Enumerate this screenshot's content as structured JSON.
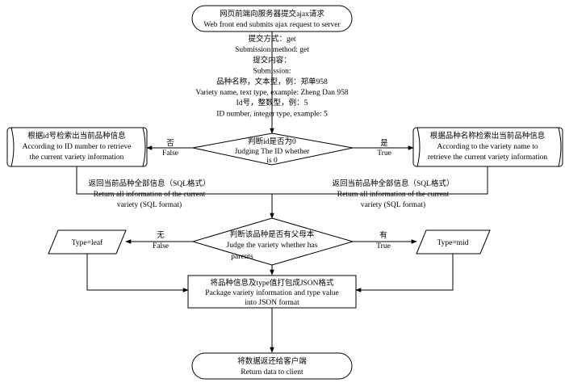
{
  "start": {
    "line1": "网页前端向服务器提交ajax请求",
    "line2": "Web front end submits ajax request to server"
  },
  "request": {
    "lines": [
      "提交方式：get",
      "Submission method: get",
      "提交内容：",
      "Submission:",
      "品种名称，文本型，例：郑单958",
      "Variety name, text type, example: Zheng Dan 958",
      "Id号，整数型，例：5",
      "ID number, integer type, example: 5"
    ]
  },
  "decision_id": {
    "line1": "判断id是否为0",
    "line2": "Judging The ID whether",
    "line3": "is 0",
    "false_cn": "否",
    "false_en": "False",
    "true_cn": "是",
    "true_en": "True"
  },
  "retrieve_by_id": {
    "line1": "根据id号检索出当前品种信息",
    "line2": "According to ID number to retrieve",
    "line3": "the current variety information"
  },
  "retrieve_by_name": {
    "line1": "根据品种名称检索出当前品种信息",
    "line2": "According to the variety  name to",
    "line3": "retrieve the current variety information"
  },
  "return_left": {
    "line1": "返回当前品种全部信息（SQL格式）",
    "line2": "Return all information of the current",
    "line3": "variety (SQL format)"
  },
  "return_right": {
    "line1": "返回当前品种全部信息（SQL格式）",
    "line2": "Return all information of the current",
    "line3": "variety (SQL format)"
  },
  "decision_parent": {
    "line1": "判断该品种是否有父母本",
    "line2": "Judge the variety whether has",
    "line3": "parents",
    "false_cn": "无",
    "false_en": "False",
    "true_cn": "有",
    "true_en": "True"
  },
  "type_leaf": {
    "label": "Type=leaf"
  },
  "type_mid": {
    "label": "Type=mid"
  },
  "package": {
    "line1": "将品种信息及type值打包成JSON格式",
    "line2": "Package variety information and type value",
    "line3": "into JSON format"
  },
  "end": {
    "line1": "将数据返还给客户端",
    "line2": "Return data to client"
  }
}
